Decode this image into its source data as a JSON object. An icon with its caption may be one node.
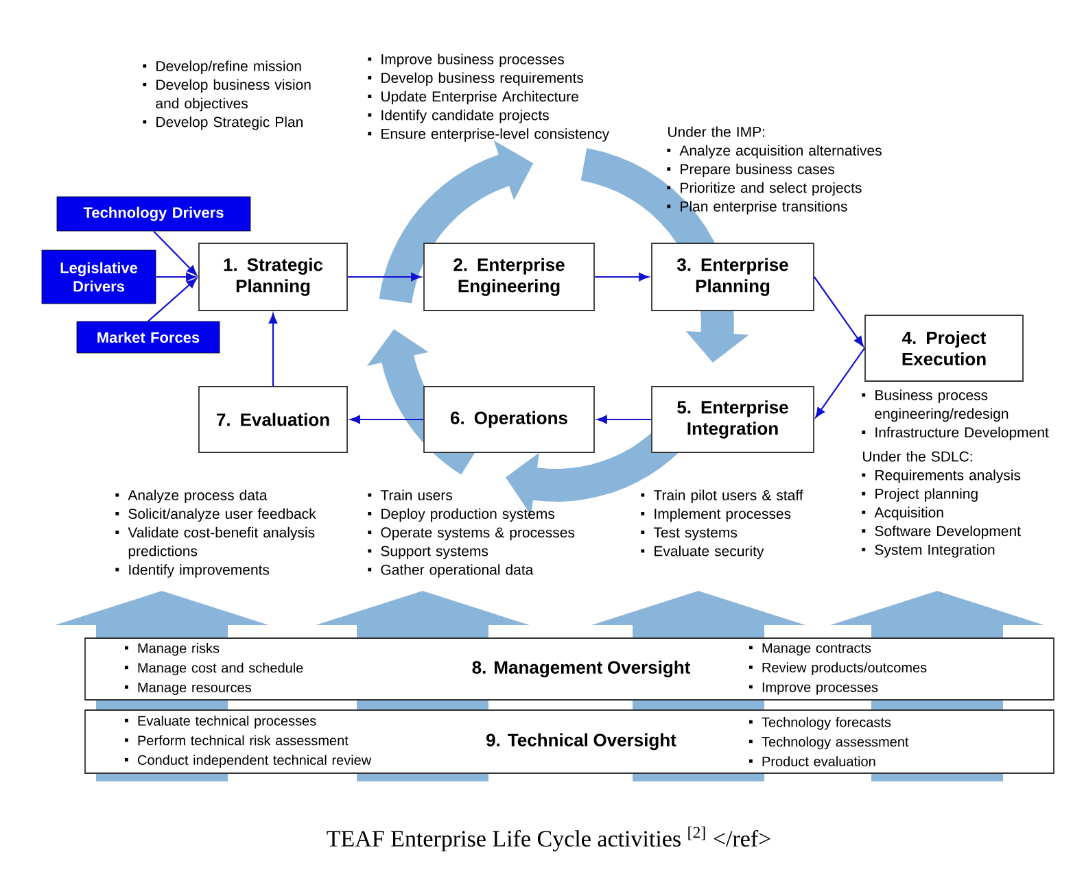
{
  "diagram": {
    "caption": "TEAF Enterprise Life Cycle activities $^{[2]}$ </ref>",
    "nodes": [
      {
        "text": [
          "Technology Drivers"
        ]
      },
      {
        "text": [
          "Legislative Drivers"
        ]
      },
      {
        "text": [
          "Market Forces"
        ]
      },
      {
        "text": [
          "1. Strategic Planning"
        ],
        "beside": [
          "Develop/refine mission",
          "Develop business vision and objectives",
          "Develop Strategic Plan"
        ]
      },
      {
        "text": [
          "2. Enterprise Engineering"
        ],
        "beside": [
          "Improve business processes",
          "Develop business requirements",
          "Update Enterprise Architecture",
          "Identify candidate projects",
          "Ensure enterprise-level consistency"
        ]
      },
      {
        "text": [
          "3. Enterprise Planning"
        ],
        "beside": [
          "Under the IMP:",
          "Analyze acquisition alternatives",
          "Prepare business cases",
          "Prioritize and select projects",
          "Plan enterprise transitions"
        ]
      },
      {
        "text": [
          "4. Project Execution"
        ],
        "beside": [
          "Business process engineering/redesign",
          "Infrastructure Development",
          "Under the SDLC:",
          "Requirements analysis",
          "Project planning",
          "Acquisition",
          "Software Development",
          "System Integration"
        ]
      },
      {
        "text": [
          "5. Enterprise Integration"
        ],
        "beside": [
          "Train pilot users & staff",
          "Implement processes",
          "Test systems",
          "Evaluate security"
        ]
      },
      {
        "text": [
          "6. Operations"
        ],
        "beside": [
          "Train users",
          "Deploy production systems",
          "Operate systems & processes",
          "Support systems",
          "Gather operational data"
        ]
      },
      {
        "text": [
          "7. Evaluation"
        ],
        "beside": [
          "Analyze process data",
          "Solicit/analyze user feedback",
          "Validate cost-benefit analysis predictions",
          "Identify improvements"
        ]
      },
      {
        "text": [
          "8. Management Oversight",
          "Manage risks",
          "Manage cost and schedule",
          "Manage resources",
          "Manage contracts",
          "Review products/outcomes",
          "Improve processes"
        ]
      },
      {
        "text": [
          "9. Technical Oversight",
          "Evaluate technical processes",
          "Perform technical risk assessment",
          "Conduct independent technical review",
          "Technology forecasts",
          "Technology assessment",
          "Product evaluation"
        ]
      }
    ],
    "edges": [
      {
        "from": 0,
        "to": 3,
        "arrow": "to"
      },
      {
        "from": 1,
        "to": 3,
        "arrow": "to"
      },
      {
        "from": 2,
        "to": 3,
        "arrow": "to"
      },
      {
        "from": 3,
        "to": 4,
        "arrow": "to"
      },
      {
        "from": 4,
        "to": 5,
        "arrow": "to"
      },
      {
        "from": 5,
        "to": 6,
        "arrow": "to"
      },
      {
        "from": 6,
        "to": 7,
        "arrow": "to"
      },
      {
        "from": 7,
        "to": 8,
        "arrow": "to"
      },
      {
        "from": 8,
        "to": 9,
        "arrow": "to"
      },
      {
        "from": 9,
        "to": 3,
        "arrow": "to"
      }
    ]
  }
}
